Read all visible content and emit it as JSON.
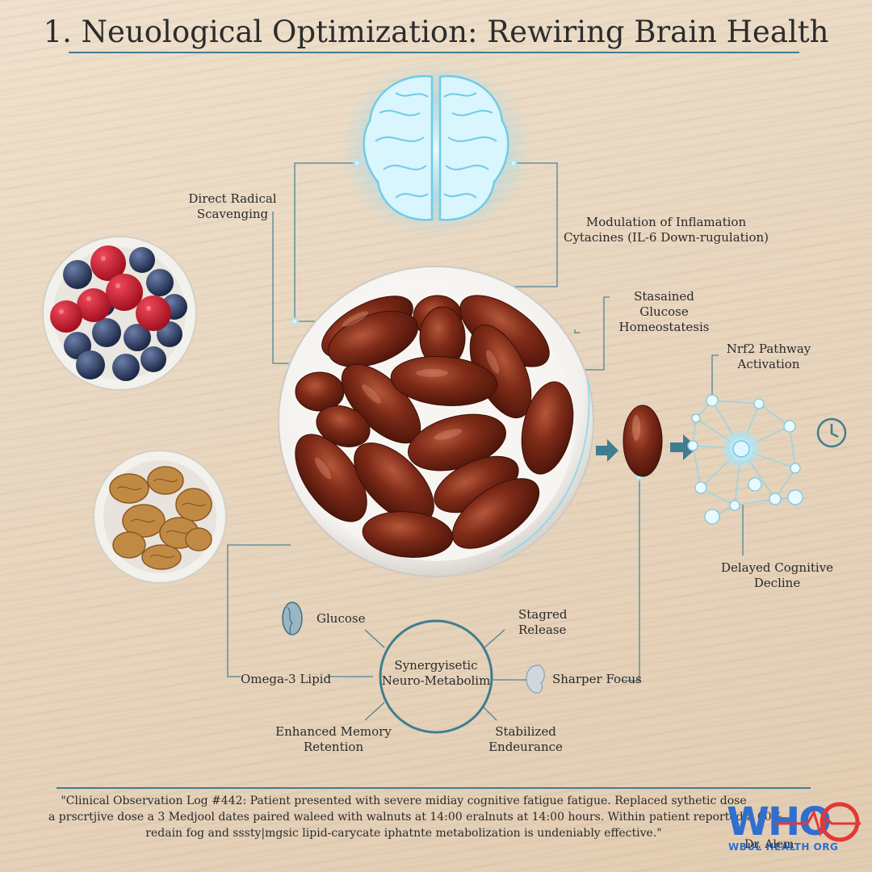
{
  "title": "1. Neuological Optimization: Rewiring Brain Health",
  "labels": {
    "radical": [
      "Direct Radical",
      "Scavenging"
    ],
    "inflammation": [
      "Modulation of Inflamation",
      "Cytacines (IL-6 Down-rugulation)"
    ],
    "glucose_homeo": [
      "Stasained Glucose",
      "Homeostatesis"
    ],
    "nrf2": [
      "Nrf2 Pathway",
      "Activation"
    ],
    "cognitive": [
      "Delayed Cognitive",
      "Decline"
    ],
    "glucose": "Glucose",
    "staggered": [
      "Stagred",
      "Release"
    ],
    "omega": "Omega-3 Lipid",
    "center": [
      "Synergyisetic",
      "Neuro-Metabolim"
    ],
    "focus": "Sharper Focus",
    "memory": [
      "Enhanced Memory",
      "Retention"
    ],
    "endurance": [
      "Stabilized",
      "Endeurance"
    ]
  },
  "quote": [
    "\"Clinical Observation Log #442: Patient presented with severe midiay cognitive fatigue fatigue. Replaced sythetic dose",
    "a prscrtjive dose a 3 Medjool dates paired waleed with walnuts at 14:00 eralnuts at 14:00 hours. Within patient reported a 60%",
    "redain fog and sssty|mgsic lipid-carycate iphatnte metabolization is undeniably effective.\""
  ],
  "author": "Dr. Alem",
  "logo": {
    "mark": "WHO",
    "sub": "WBUL HEALTH ORG"
  },
  "colors": {
    "accent": "#3f7d90",
    "glow": "#7fd8f0",
    "date": "#7a2a1a"
  },
  "icons": [
    "brain-icon",
    "clock-icon",
    "arrow-right-icon",
    "neural-network-icon"
  ]
}
